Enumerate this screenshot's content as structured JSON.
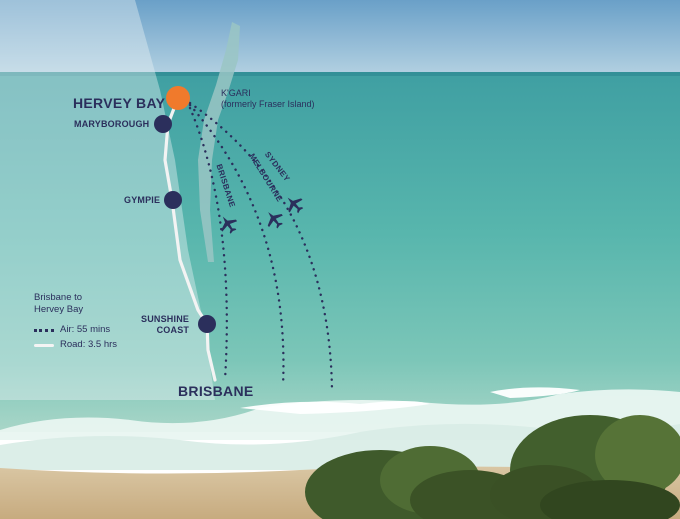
{
  "places": {
    "hervey_bay": "HERVEY BAY",
    "maryborough": "MARYBOROUGH",
    "gympie": "GYMPIE",
    "sunshine_coast_line1": "SUNSHINE",
    "sunshine_coast_line2": "COAST",
    "brisbane": "BRISBANE"
  },
  "island": {
    "name": "K'GARI",
    "note": "(formerly Fraser Island)"
  },
  "routes": {
    "brisbane": "BRISBANE",
    "melbourne": "MELBOURNE",
    "sydney": "SYDNEY"
  },
  "legend": {
    "title_line1": "Brisbane to",
    "title_line2": "Hervey Bay",
    "air": "Air: 55 mins",
    "road": "Road: 3.5 hrs"
  },
  "icons": [
    "airplane-icon"
  ],
  "colors": {
    "highlight": "#f07a2c",
    "marker": "#2b2f5c",
    "sea": "#4fb0a8"
  }
}
